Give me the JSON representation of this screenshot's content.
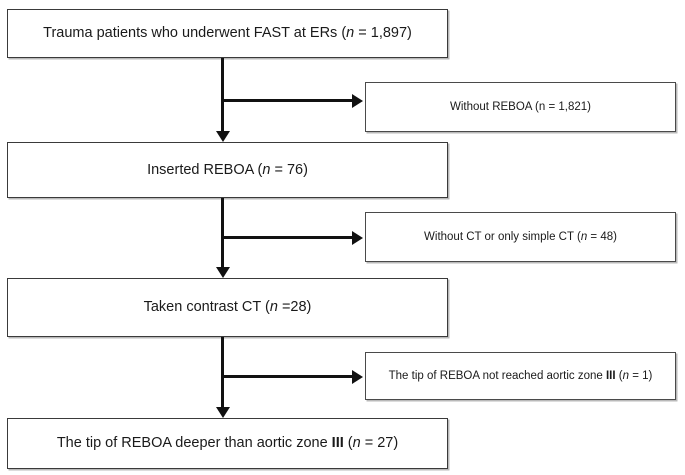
{
  "figure": {
    "type": "flowchart",
    "title": "Trauma patient REBOA selection flow",
    "orientation": "vertical-with-right-exclusion-branches",
    "colors": {
      "box_border": "#3a3a3a",
      "box_fill": "#ffffff",
      "connector": "#111111",
      "text": "#1a1a1a",
      "shadow": "#b9b9b9"
    }
  },
  "nodes": {
    "main": [
      {
        "id": "main-1",
        "label_prefix": "Trauma patients who underwent FAST at ERs  (",
        "label_italic": "n",
        "label_suffix": " = 1,897)",
        "plain": "Trauma patients who underwent FAST at ERs  (n = 1,897)",
        "n": 1897
      },
      {
        "id": "main-2",
        "label_prefix": "Inserted REBOA  (",
        "label_italic": "n",
        "label_suffix": " = 76)",
        "plain": "Inserted REBOA  (n = 76)",
        "n": 76
      },
      {
        "id": "main-3",
        "label_prefix": "Taken contrast CT  (",
        "label_italic": "n",
        "label_suffix": " =28)",
        "plain": "Taken contrast CT  (n =28)",
        "n": 28
      },
      {
        "id": "main-4",
        "label_prefix": "The tip of REBOA deeper than aortic zone ",
        "label_bold": "III",
        "label_mid": " (",
        "label_italic": "n",
        "label_suffix": " = 27)",
        "plain": "The tip of REBOA deeper than aortic zone III (n = 27)",
        "n": 27
      }
    ],
    "side": [
      {
        "id": "side-1",
        "label_prefix": "Without REBOA (n = 1,821)",
        "plain": "Without REBOA (n = 1,821)",
        "n": 1821
      },
      {
        "id": "side-2",
        "label_prefix": "Without CT or only simple CT (",
        "label_italic": "n",
        "label_suffix": " = 48)",
        "plain": "Without CT or only simple CT (n = 48)",
        "n": 48
      },
      {
        "id": "side-3",
        "label_prefix": "The tip of REBOA not reached aortic zone ",
        "label_bold": "III",
        "label_mid": " (",
        "label_italic": "n",
        "label_suffix": " = 1)",
        "plain": "The tip of REBOA not reached aortic zone III (n = 1)",
        "n": 1
      }
    ]
  },
  "chart_data": {
    "type": "flowchart",
    "title": "Trauma patient REBOA selection flow",
    "steps": [
      {
        "stage": "Trauma patients who underwent FAST at ERs",
        "n": 1897
      },
      {
        "stage": "Inserted REBOA",
        "n": 76
      },
      {
        "stage": "Taken contrast CT",
        "n": 28
      },
      {
        "stage": "The tip of REBOA deeper than aortic zone III",
        "n": 27
      }
    ],
    "exclusions": [
      {
        "after_stage": "Trauma patients who underwent FAST at ERs",
        "reason": "Without REBOA",
        "n": 1821
      },
      {
        "after_stage": "Inserted REBOA",
        "reason": "Without CT or only simple CT",
        "n": 48
      },
      {
        "after_stage": "Taken contrast CT",
        "reason": "The tip of REBOA not reached aortic zone III",
        "n": 1
      }
    ]
  }
}
